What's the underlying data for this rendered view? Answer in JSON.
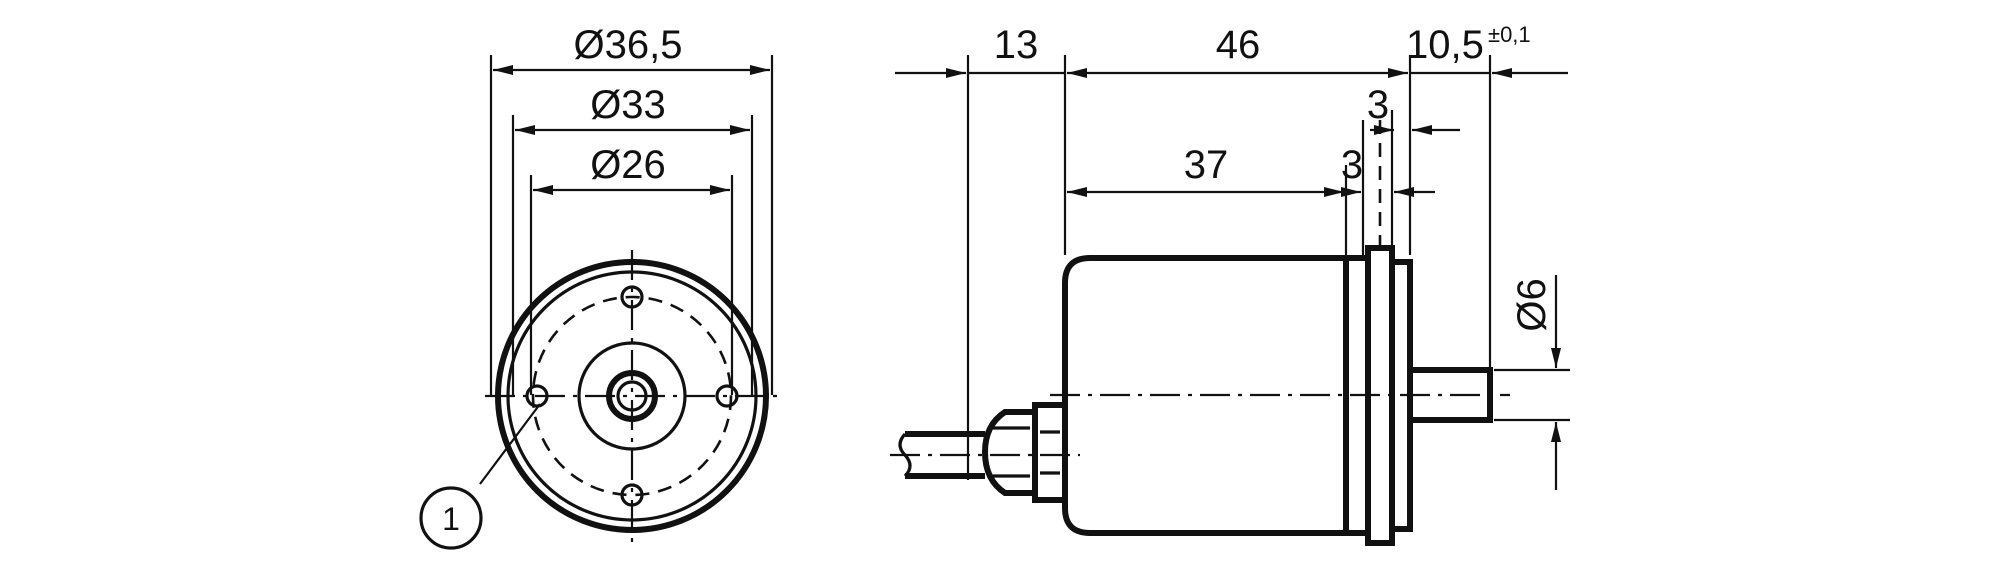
{
  "front_view": {
    "dim_outer": "Ø36,5",
    "dim_mid": "Ø33",
    "dim_inner": "Ø26",
    "callout": "1"
  },
  "side_view": {
    "dim_cable": "13",
    "dim_body_total": "46",
    "dim_shaft": "10,5",
    "dim_shaft_tol": "±0,1",
    "dim_flange_a": "3",
    "dim_flange_b": "3",
    "dim_body": "37",
    "dim_shaft_dia": "Ø6"
  },
  "colors": {
    "line": "#111111",
    "background": "#ffffff"
  }
}
